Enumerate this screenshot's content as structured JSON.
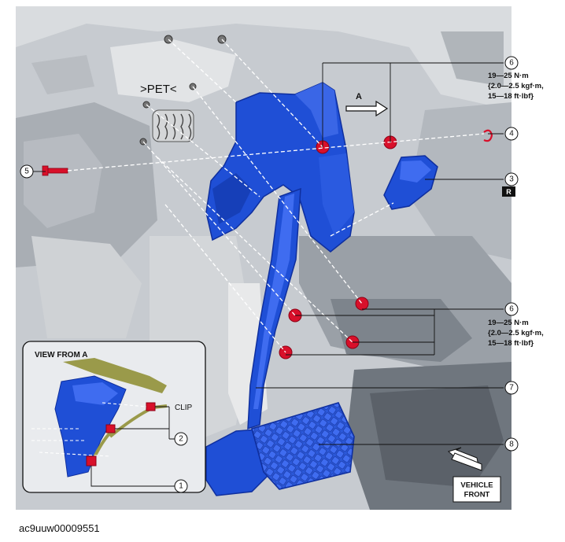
{
  "diagram": {
    "embossed_text": ">PET<",
    "view_arrow_label": "A",
    "r_badge": "R",
    "inset_title_prefix": "VIEW FROM ",
    "inset_title_letter": "A",
    "clip_label": "CLIP",
    "vehicle_front": [
      "VEHICLE",
      "FRONT"
    ],
    "callouts": [
      "1",
      "2",
      "3",
      "4",
      "5",
      "6",
      "6",
      "7",
      "8"
    ],
    "torque_spec": [
      "19—25 N·m",
      "{2.0—2.5 kgf·m,",
      "15—18 ft·lbf}"
    ],
    "reference_code": "ac9uuw00009551"
  },
  "colors": {
    "part_blue": "#1f4fd6",
    "part_dark_blue": "#0f2f9e",
    "fastener_red": "#d8102a",
    "background_gray": "#bfc3c8"
  }
}
